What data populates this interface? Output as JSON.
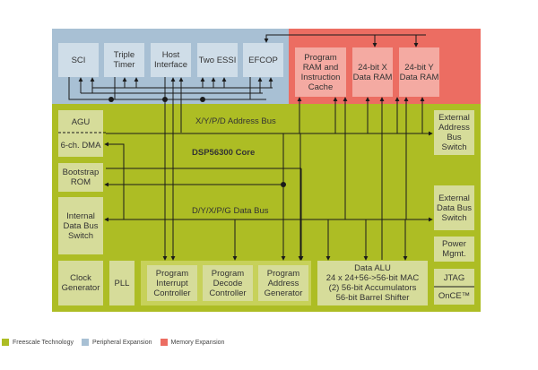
{
  "regions": {
    "peripheral": {
      "color": "#a8c0d4"
    },
    "memory": {
      "color": "#ec6d62"
    },
    "core": {
      "color": "#adbd24"
    }
  },
  "peripheral_blocks": [
    {
      "id": "sci",
      "label": "SCI"
    },
    {
      "id": "triple-timer",
      "label": "Triple Timer"
    },
    {
      "id": "host-interface",
      "label": "Host Interface"
    },
    {
      "id": "two-essi",
      "label": "Two ESSI"
    },
    {
      "id": "efcop",
      "label": "EFCOP"
    }
  ],
  "memory_blocks": [
    {
      "id": "program-ram",
      "label": "Program RAM and Instruction Cache"
    },
    {
      "id": "x-data-ram",
      "label": "24-bit X Data RAM"
    },
    {
      "id": "y-data-ram",
      "label": "24-bit Y Data RAM"
    }
  ],
  "core": {
    "title": "DSP56300 Core",
    "address_bus": "X/Y/P/D Address Bus",
    "data_bus": "D/Y/X/P/G Data Bus",
    "left_blocks": {
      "agu": "AGU",
      "dma": "6-ch. DMA",
      "bootstrap": "Bootstrap ROM",
      "internal_switch": "Internal Data Bus Switch"
    },
    "right_blocks": {
      "ext_address": "External Address Bus Switch",
      "ext_data": "External Data Bus Switch",
      "power": "Power Mgmt.",
      "jtag": "JTAG",
      "once": "OnCE™"
    },
    "bottom_blocks": {
      "clock": "Clock Generator",
      "pll": "PLL",
      "interrupt": "Program Interrupt Controller",
      "decode": "Program Decode Controller",
      "address_gen": "Program Address Generator"
    },
    "data_alu": {
      "line1": "Data ALU",
      "line2": "24 x 24+56->56-bit MAC",
      "line3": "(2) 56-bit Accumulators",
      "line4": "56-bit Barrel Shifter"
    }
  },
  "legend": [
    {
      "label": "Freescale Technology",
      "color": "#adbd24"
    },
    {
      "label": "Peripheral Expansion",
      "color": "#a8c0d4"
    },
    {
      "label": "Memory Expansion",
      "color": "#ec6d62"
    }
  ]
}
